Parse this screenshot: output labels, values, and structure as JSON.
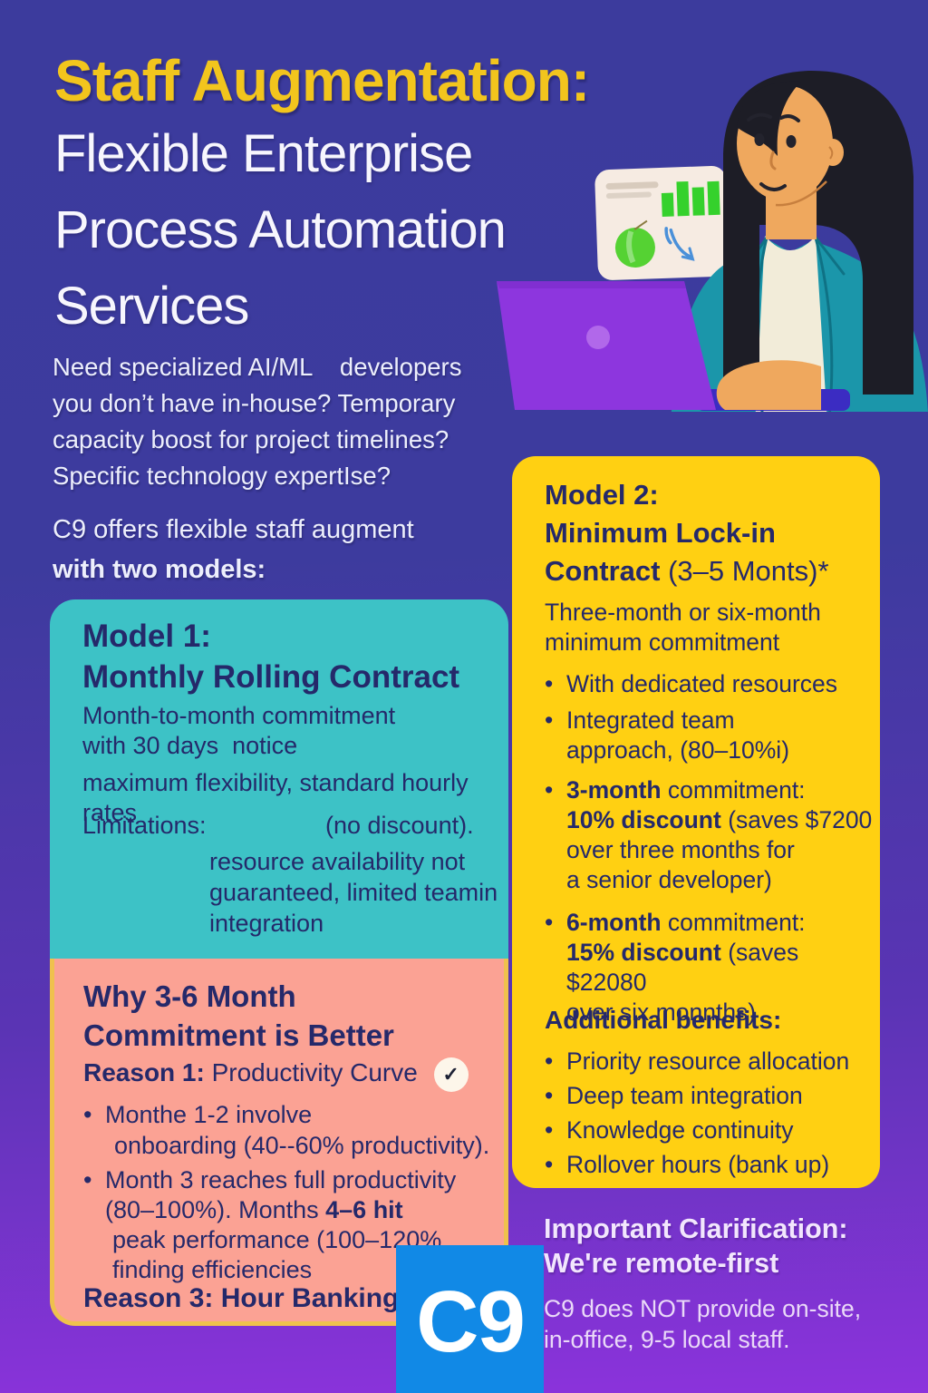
{
  "title": {
    "highlight": "Staff Augmentation:",
    "lines": [
      "Flexible Enterprise",
      "Process Automation",
      "Services"
    ]
  },
  "intro": {
    "lines": [
      "Need specialized AI/ML    developers",
      "you don’t have in-house? Temporary",
      "capacity boost for project timelines?",
      "Specific technology expertIse?"
    ],
    "lead_line1": "C9 offers flexible staff augment",
    "lead_line2": "with two models:"
  },
  "model1": {
    "heading_line1": "Model 1:",
    "heading_line2": "Monthly Rolling Contract",
    "body_line1": "Month-to-month commitment",
    "body_line2": "with 30 days  notice",
    "body_line3": "maximum flexibility, standard hourly rates",
    "limitations_label": "Limitations:",
    "limitations_note": "(no discount).",
    "limitations_lines": [
      "resource availability not",
      "guaranteed, limited teamin",
      "integration"
    ]
  },
  "why": {
    "heading_line1": "Why 3-6 Month",
    "heading_line2": "Commitment is Better",
    "reason1_label": "Reason 1:",
    "reason1_text": " Productivity Curve",
    "check_icon": "✓",
    "bullet_glyph": "•",
    "bullet1_line1": "Monthe 1-2 involve",
    "bullet1_line2": "onboarding (40--60% productivity).",
    "bullet2_line1": "Month 3 reaches full productivity",
    "bullet2_line2a": "(80–100%). Months ",
    "bullet2_line2b": "4–6 hit",
    "bullet2_line3": "peak performance (100–120%.",
    "bullet2_line4": "finding efficiencies",
    "reason3": "Reason 3: Hour Banking"
  },
  "model2": {
    "heading_line1": "Model 2:",
    "heading_line2": "Minimum Lock-in",
    "heading_line3_bold": "Contract",
    "heading_line3_rest": " (3–5 Monts)*",
    "sub_line1": "Three-month or six-month",
    "sub_line2": "minimum commitment",
    "bullet_glyph": "•",
    "b1": "With dedicated resources",
    "b2_line1": "Integrated team",
    "b2_line2": "approach, (80–10%i)",
    "b3_l1_bold": "3-month",
    "b3_l1_rest": " commitment:",
    "b3_l2_bold": "10% discount",
    "b3_l2_rest": " (saves $7200",
    "b3_l3": "over three months for",
    "b3_l4": "a senior developer)",
    "b4_l1_bold": "6-month",
    "b4_l1_rest": " commitment:",
    "b4_l2_bold": "15% discount",
    "b4_l2_rest": " (saves $22080",
    "b4_l3": "over six monnths)",
    "benefits_heading": "Additional benefits:",
    "benefits": [
      "Priority resource allocation",
      "Deep team integration",
      "Knowledge continuity",
      "Rollover hours (bank up)"
    ]
  },
  "clarification": {
    "heading_line1": "Important Clarification:",
    "heading_line2": "We're remote-first",
    "body_line1": "C9 does NOT provide on-site,",
    "body_line2": "in-office, 9-5 local staff."
  },
  "logo": {
    "text": "C9"
  },
  "colors": {
    "bg_top": "#3c3b9d",
    "bg_bottom": "#8c33dc",
    "title_yellow": "#f2c51d",
    "teal_card": "#3dc2c6",
    "yellow_card": "#ffd012",
    "pink_card": "#fba294",
    "pink_border": "#efc14d",
    "navy_text": "#25296a",
    "logo_blue": "#1189e6",
    "chart_green": "#35d12c",
    "laptop_purple": "#8d36de"
  },
  "illustration": {
    "icons": [
      "whiteboard-icon",
      "bar-chart-icon",
      "pie-circle-icon",
      "trend-arrow-icon",
      "woman-illustration",
      "laptop-icon"
    ]
  }
}
